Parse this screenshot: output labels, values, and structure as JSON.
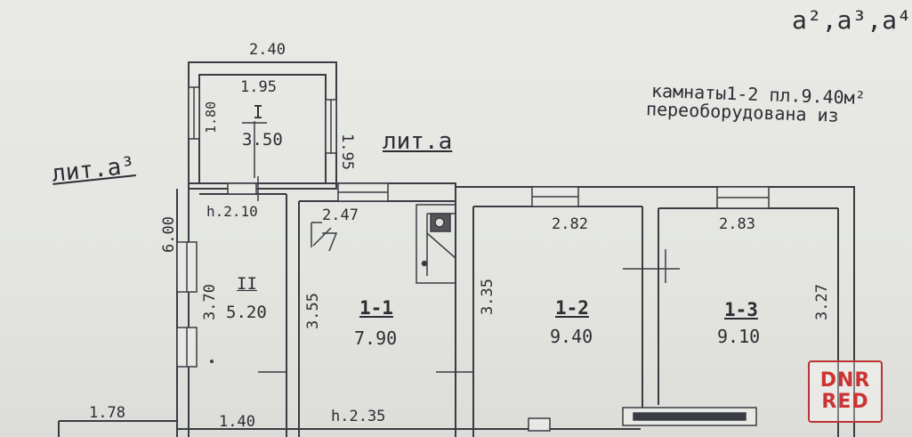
{
  "header": {
    "litera_codes": "a²,a³,a⁴",
    "note_line1": "камнаты1-2 пл.9.40м²",
    "note_line2": "переоборудована из"
  },
  "labels": {
    "lit_a3": "лит.а³",
    "lit_a": "лит.а"
  },
  "rooms": [
    {
      "id": "I",
      "number": "I",
      "area": "3.50"
    },
    {
      "id": "II",
      "number": "II",
      "area": "5.20"
    },
    {
      "id": "1-1",
      "number": "1-1",
      "area": "7.90"
    },
    {
      "id": "1-2",
      "number": "1-2",
      "area": "9.40"
    },
    {
      "id": "1-3",
      "number": "1-3",
      "area": "9.10"
    }
  ],
  "dimensions": {
    "top_outer": "2.40",
    "room_I_width": "1.95",
    "room_I_height": "1.80",
    "room_I_right": "1.95",
    "left_total": "6.00",
    "room_II_top": "h.2.10",
    "room_II_height": "3.70",
    "room_11_top": "2.47",
    "room_11_height": "3.55",
    "room_12_top": "2.82",
    "room_12_height": "3.35",
    "room_13_top": "2.83",
    "room_13_height": "3.27",
    "bottom_left": "1.78",
    "bottom_II": "1.40",
    "bottom_11": "h.2.35"
  },
  "watermark": {
    "line1": "DNR",
    "line2": "RED"
  }
}
